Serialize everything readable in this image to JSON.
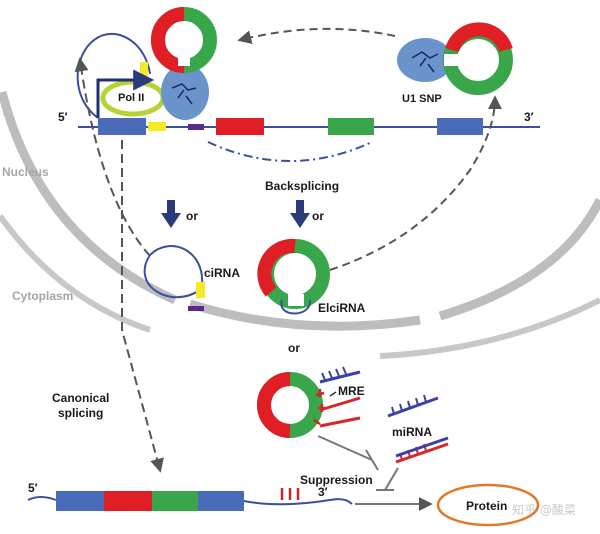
{
  "labels": {
    "five_prime_top": "5′",
    "three_prime_top": "3′",
    "pol2": "Pol II",
    "u1snp": "U1 SNP",
    "nucleus": "Nucleus",
    "backsplicing": "Backsplicing",
    "or_left": "or",
    "or_right": "or",
    "or_bottom": "or",
    "cirna": "ciRNA",
    "elcirna": "ElciRNA",
    "cytoplasm": "Cytoplasm",
    "canonical_splicing": "Canonical\nsplicing",
    "mre": "MRE",
    "mirna": "miRNA",
    "suppression": "Suppression",
    "five_prime_bottom": "5′",
    "three_prime_bottom": "3′",
    "protein": "Protein"
  },
  "watermark": "知乎 @酸菜",
  "colors": {
    "exon_red": "#e01e25",
    "exon_green": "#3aa64b",
    "exon_blue": "#4a6cb8",
    "intron_line": "#3a4fa0",
    "yellow": "#f4ea26",
    "purple": "#5b2a8c",
    "membrane": "#bdbdbd",
    "protein_ring": "#e07a2a",
    "mirna_red": "#d8262a",
    "mirna_blue": "#3b3fa8",
    "pol_blue": "#6c94cc"
  }
}
